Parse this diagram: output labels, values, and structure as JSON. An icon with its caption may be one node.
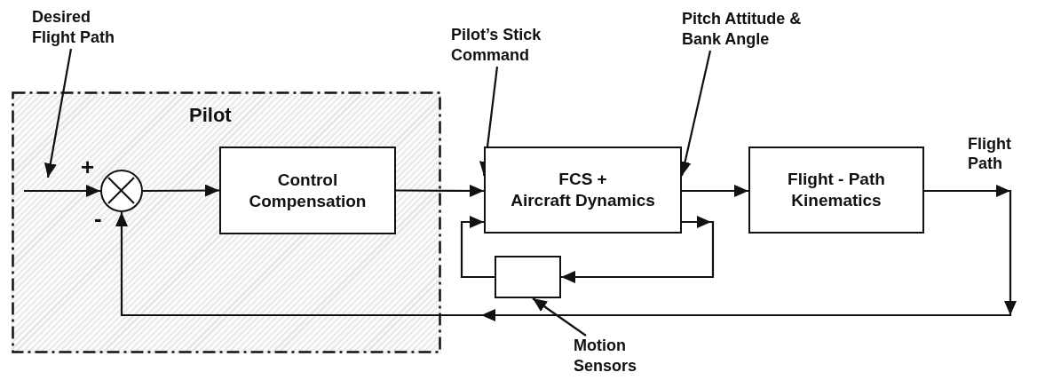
{
  "diagram": {
    "nodes": [
      {
        "text": [
          "Pilot"
        ]
      },
      {
        "text": [],
        "shape": "circle",
        "in": 0
      },
      {
        "text": [
          "Control Compensation"
        ],
        "in": 0
      },
      {
        "text": [
          "FCS + Aircraft Dynamics"
        ]
      },
      {
        "text": [
          "Flight - Path Kinematics"
        ]
      },
      {
        "text": [],
        "shape": "box"
      },
      {
        "text": [
          "Motion Sensors"
        ]
      },
      {
        "text": [
          "Desired Flight Path"
        ]
      },
      {
        "text": [
          "Pilot’s Stick Command"
        ]
      },
      {
        "text": [
          "Pitch Attitude & Bank Angle"
        ]
      }
    ],
    "edges": [
      {
        "from": null,
        "to": 1,
        "arrow": "to"
      },
      {
        "from": 1,
        "to": 2,
        "arrow": "to"
      },
      {
        "from": 2,
        "to": 3,
        "arrow": "to"
      },
      {
        "from": 3,
        "to": 4,
        "arrow": "to"
      },
      {
        "from": 4,
        "to": 1,
        "arrow": "to"
      },
      {
        "from": 3,
        "to": 5,
        "arrow": "to"
      },
      {
        "from": 5,
        "to": 3,
        "arrow": "to"
      },
      {
        "from": 7,
        "to": null,
        "arrow": "to"
      },
      {
        "from": 8,
        "to": 3,
        "arrow": "to"
      },
      {
        "from": 9,
        "to": 3,
        "arrow": "to"
      },
      {
        "from": 6,
        "to": 5,
        "arrow": "to"
      }
    ],
    "labels": [
      "+",
      "-",
      "Flight Path"
    ]
  }
}
